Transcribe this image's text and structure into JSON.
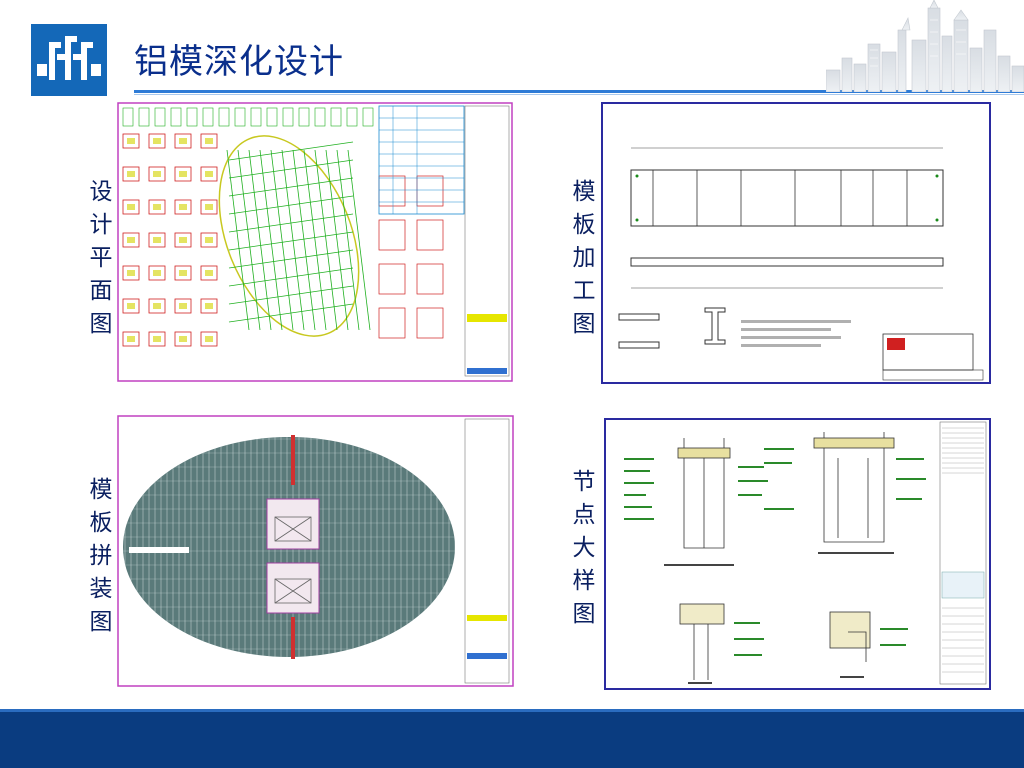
{
  "slide": {
    "title": "铝模深化设计",
    "brand": {
      "logo_icon": "cscec-logo-icon",
      "color": "#1468b8"
    }
  },
  "panels": [
    {
      "label": "设\n计\n平\n面\n图",
      "drawing_icon": "design-plan-drawing"
    },
    {
      "label": "模\n板\n加\n工\n图",
      "drawing_icon": "formwork-processing-drawing"
    },
    {
      "label": "模\n板\n拼\n装\n图",
      "drawing_icon": "formwork-assembly-drawing"
    },
    {
      "label": "节\n点\n大\n样\n图",
      "drawing_icon": "node-detail-drawing"
    }
  ],
  "colors": {
    "title": "#0a2f8c",
    "accent": "#2e7bd6",
    "footer": "#0a3c80",
    "drawing_border_magenta": "#c040c0",
    "drawing_border_blue": "#2a2aa0"
  }
}
